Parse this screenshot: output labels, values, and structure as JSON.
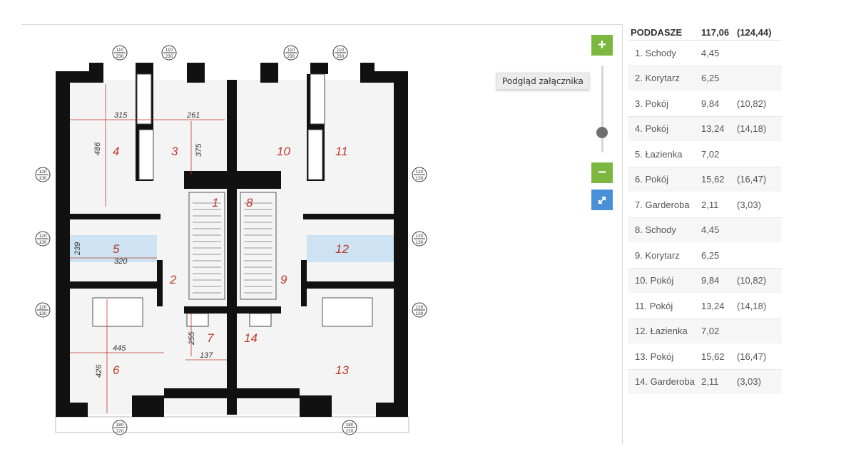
{
  "controls": {
    "zoom_in": "+",
    "zoom_out": "−",
    "zoom_level_percent": 23,
    "tooltip": "Podgląd załącznika",
    "fullscreen_icon": "expand-icon"
  },
  "plan": {
    "rooms": [
      "1",
      "2",
      "3",
      "4",
      "5",
      "6",
      "7",
      "8",
      "9",
      "10",
      "11",
      "12",
      "13",
      "14"
    ],
    "dims": {
      "d315": "315",
      "d261": "261",
      "d486": "486",
      "d375": "375",
      "d239": "239",
      "d320": "320",
      "d445": "445",
      "d255": "255",
      "d137": "137",
      "d426": "426"
    },
    "windows": {
      "top": "110",
      "top2": "230",
      "side": "120",
      "side2": "130",
      "bottom": "180",
      "bottom2": "220"
    }
  },
  "table": {
    "header": {
      "name": "PODDASZE",
      "area": "117,06",
      "area2": "(124,44)"
    },
    "rows": [
      {
        "name": "1. Schody",
        "area": "4,45",
        "area2": ""
      },
      {
        "name": "2. Korytarz",
        "area": "6,25",
        "area2": ""
      },
      {
        "name": "3. Pokój",
        "area": "9,84",
        "area2": "(10,82)"
      },
      {
        "name": "4. Pokój",
        "area": "13,24",
        "area2": "(14,18)"
      },
      {
        "name": "5. Łazienka",
        "area": "7,02",
        "area2": ""
      },
      {
        "name": "6. Pokój",
        "area": "15,62",
        "area2": "(16,47)"
      },
      {
        "name": "7. Garderoba",
        "area": "2,11",
        "area2": "(3,03)"
      },
      {
        "name": "8. Schody",
        "area": "4,45",
        "area2": ""
      },
      {
        "name": "9. Korytarz",
        "area": "6,25",
        "area2": ""
      },
      {
        "name": "10. Pokój",
        "area": "9,84",
        "area2": "(10,82)"
      },
      {
        "name": "11. Pokój",
        "area": "13,24",
        "area2": "(14,18)"
      },
      {
        "name": "12. Łazienka",
        "area": "7,02",
        "area2": ""
      },
      {
        "name": "13. Pokój",
        "area": "15,62",
        "area2": "(16,47)"
      },
      {
        "name": "14. Garderoba",
        "area": "2,11",
        "area2": "(3,03)"
      }
    ]
  }
}
